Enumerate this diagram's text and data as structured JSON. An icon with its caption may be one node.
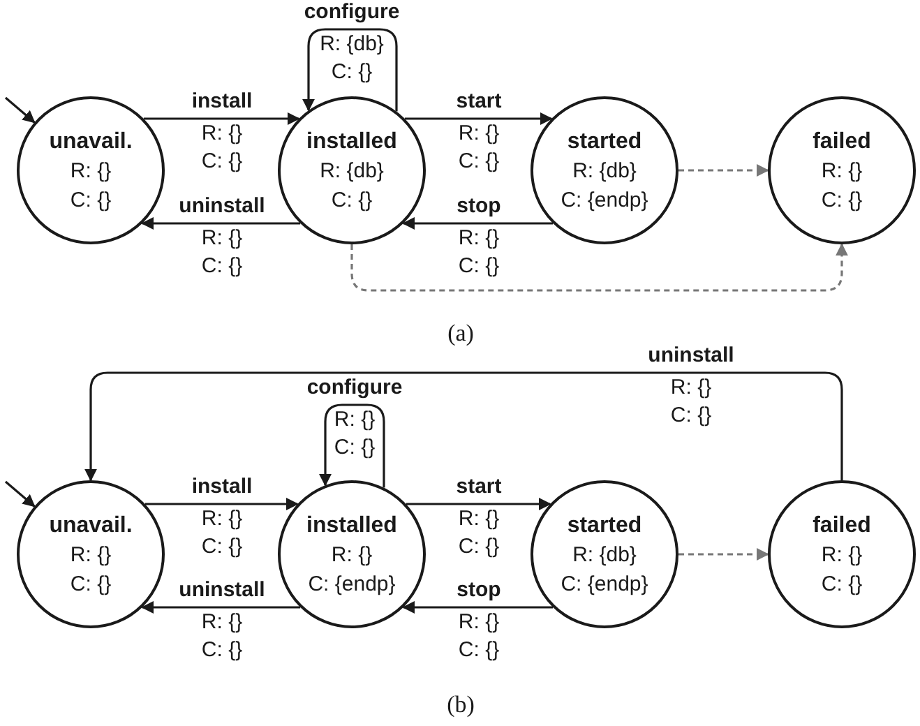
{
  "diagram": {
    "nodes": [
      {
        "text": [
          "unavail.",
          "R: {}",
          "C: {}"
        ]
      },
      {
        "text": [
          "installed",
          "R: {db}",
          "C: {}"
        ]
      },
      {
        "text": [
          "started",
          "R: {db}",
          "C: {endp}"
        ]
      },
      {
        "text": [
          "failed",
          "R: {}",
          "C: {}"
        ]
      },
      {
        "text": [
          "unavail.",
          "R: {}",
          "C: {}"
        ]
      },
      {
        "text": [
          "installed",
          "R: {}",
          "C: {endp}"
        ]
      },
      {
        "text": [
          "started",
          "R: {db}",
          "C: {endp}"
        ]
      },
      {
        "text": [
          "failed",
          "R: {}",
          "C: {}"
        ]
      }
    ],
    "edges": [
      {
        "from": null,
        "to": 0,
        "arrow": "to"
      },
      {
        "from": 0,
        "to": 1,
        "arrow": "to",
        "label": "install R: {} C: {}"
      },
      {
        "from": 1,
        "to": 1,
        "arrow": "to",
        "label": "configure R: {db} C: {}"
      },
      {
        "from": 1,
        "to": 2,
        "arrow": "to",
        "label": "start R: {} C: {}"
      },
      {
        "from": 2,
        "to": 3,
        "arrow": "to",
        "style": "dashed",
        "color": "#777777"
      },
      {
        "from": 1,
        "to": 0,
        "arrow": "to",
        "label": "uninstall R: {} C: {}"
      },
      {
        "from": 2,
        "to": 1,
        "arrow": "to",
        "label": "stop R: {} C: {}"
      },
      {
        "from": 1,
        "to": 3,
        "arrow": "to",
        "style": "dashed",
        "color": "#777777"
      },
      {
        "from": null,
        "to": 4,
        "arrow": "to"
      },
      {
        "from": 4,
        "to": 5,
        "arrow": "to",
        "label": "install R: {} C: {}"
      },
      {
        "from": 5,
        "to": 5,
        "arrow": "to",
        "label": "configure R: {} C: {}"
      },
      {
        "from": 5,
        "to": 6,
        "arrow": "to",
        "label": "start R: {} C: {}"
      },
      {
        "from": 6,
        "to": 7,
        "arrow": "to",
        "style": "dashed",
        "color": "#777777"
      },
      {
        "from": 5,
        "to": 4,
        "arrow": "to",
        "label": "uninstall R: {} C: {}"
      },
      {
        "from": 6,
        "to": 5,
        "arrow": "to",
        "label": "stop R: {} C: {}"
      },
      {
        "from": 7,
        "to": 4,
        "arrow": "to",
        "label": "uninstall R: {} C: {}"
      }
    ],
    "labels": [
      "(a)",
      "(b)"
    ]
  }
}
